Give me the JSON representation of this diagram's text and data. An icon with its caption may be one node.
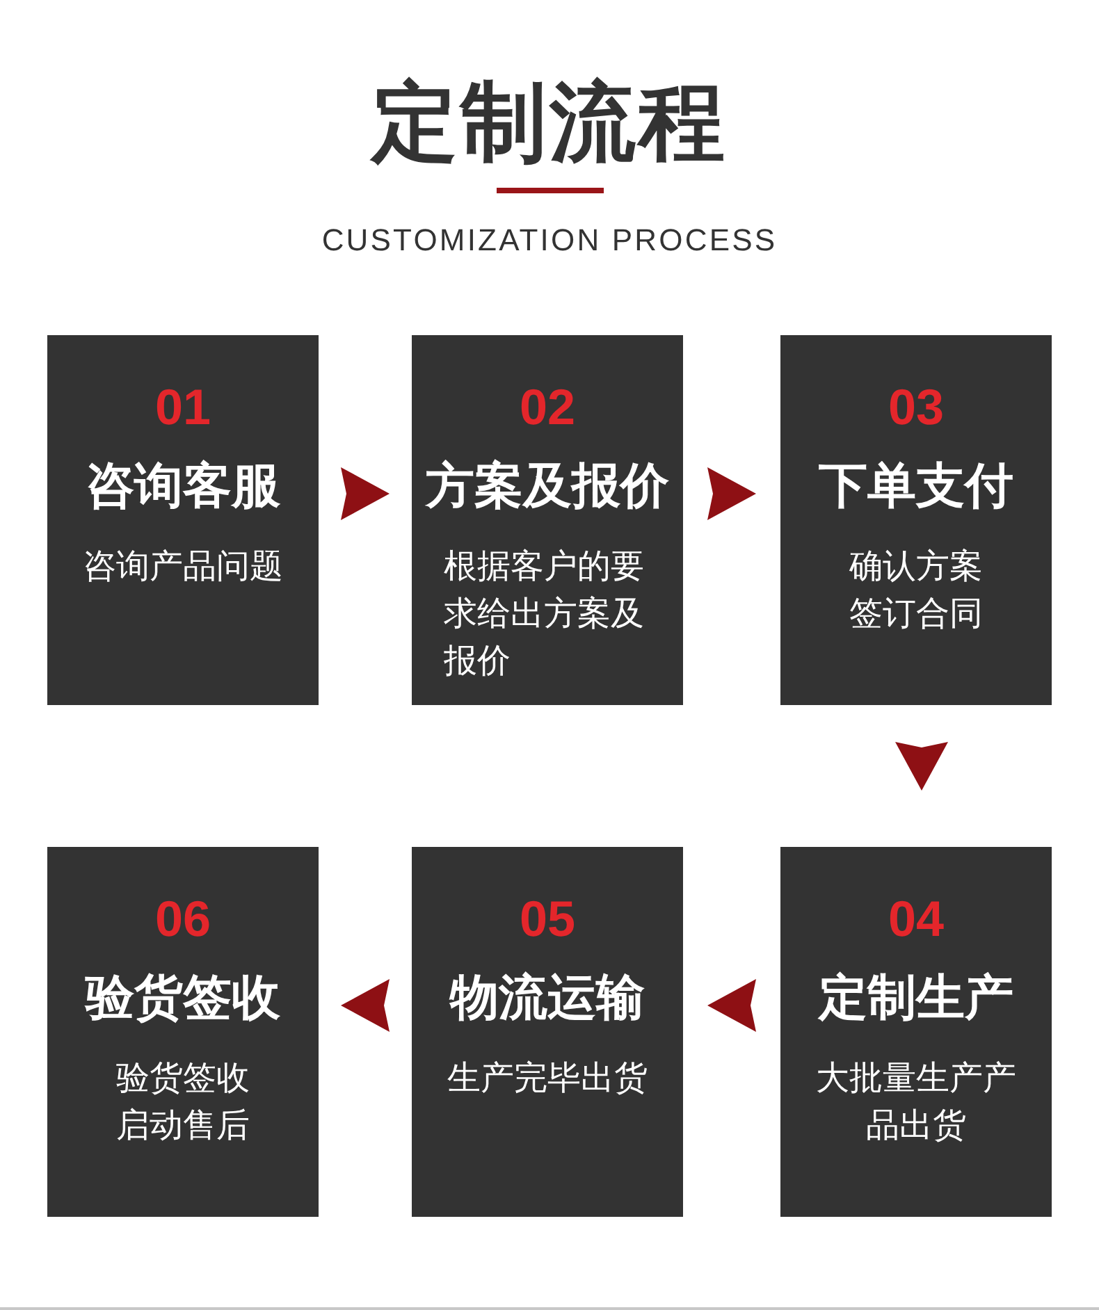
{
  "diagram": {
    "title": "定制流程",
    "nodes": [
      {
        "text": [
          "01",
          "咨询客服",
          "咨询产品问题"
        ]
      },
      {
        "text": [
          "02",
          "方案及报价",
          "根据客户的要求给出方案及报价"
        ]
      },
      {
        "text": [
          "03",
          "下单支付",
          "确认方案签订合同"
        ]
      },
      {
        "text": [
          "06",
          "验货签收",
          "验货签收启动售后"
        ]
      },
      {
        "text": [
          "05",
          "物流运输",
          "生产完毕出货"
        ]
      },
      {
        "text": [
          "04",
          "定制生产",
          "大批量生产产品出货"
        ]
      }
    ],
    "edges": [
      {
        "from": 0,
        "to": 1,
        "arrow": "to"
      },
      {
        "from": 1,
        "to": 2,
        "arrow": "to"
      },
      {
        "from": 2,
        "to": 5,
        "arrow": "to"
      },
      {
        "from": 5,
        "to": 4,
        "arrow": "to"
      },
      {
        "from": 4,
        "to": 3,
        "arrow": "to"
      }
    ],
    "labels": [
      "CUSTOMIZATION PROCESS"
    ]
  }
}
